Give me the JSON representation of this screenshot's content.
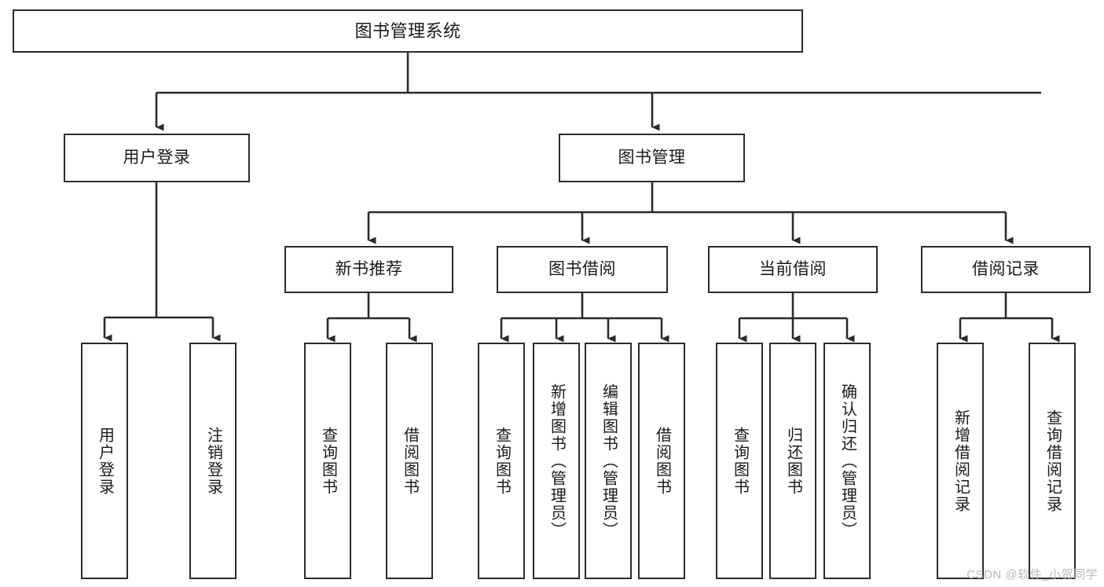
{
  "diagram": {
    "type": "tree",
    "title": "图书管理系统",
    "watermark": "CSDN @软件_小贺同学",
    "colors": {
      "box_border": "#2b2b2b",
      "box_fill": "#ffffff",
      "line": "#2b2b2b",
      "text": "#1a1a1a",
      "watermark": "#b9b9b9"
    },
    "nodes": {
      "root": {
        "label": "图书管理系统"
      },
      "level2": [
        {
          "label": "用户登录"
        },
        {
          "label": "图书管理"
        }
      ],
      "level3": [
        {
          "label": "新书推荐"
        },
        {
          "label": "图书借阅"
        },
        {
          "label": "当前借阅"
        },
        {
          "label": "借阅记录"
        }
      ],
      "leaves_user_login": [
        {
          "label": "用户登录"
        },
        {
          "label": "注销登录"
        }
      ],
      "leaves_new_book": [
        {
          "label": "查询图书"
        },
        {
          "label": "借阅图书"
        }
      ],
      "leaves_borrow": [
        {
          "label": "查询图书"
        },
        {
          "label": "新增图书（管理员）"
        },
        {
          "label": "编辑图书（管理员）"
        },
        {
          "label": "借阅图书"
        }
      ],
      "leaves_current": [
        {
          "label": "查询图书"
        },
        {
          "label": "归还图书"
        },
        {
          "label": "确认归还（管理员）"
        }
      ],
      "leaves_record": [
        {
          "label": "新增借阅记录"
        },
        {
          "label": "查询借阅记录"
        }
      ]
    }
  }
}
